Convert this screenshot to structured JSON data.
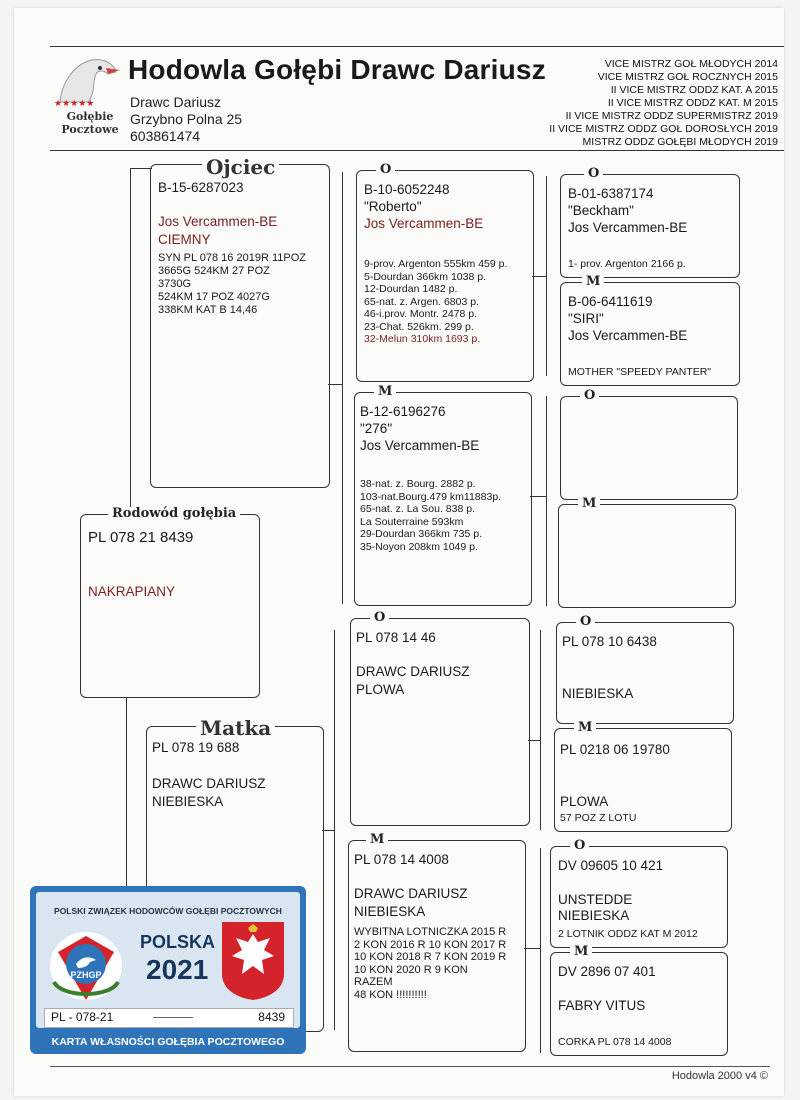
{
  "header": {
    "title": "Hodowla Gołębi Drawc Dariusz",
    "logo_text": [
      "Gołębie",
      "Pocztowe"
    ],
    "owner_lines": [
      "Drawc Dariusz",
      "Grzybno Polna 25",
      "603861474"
    ],
    "titles": [
      "VICE MISTRZ GOŁ MŁODYCH 2014",
      "VICE MISTRZ GOŁ ROCZNYCH 2015",
      "II VICE MISTRZ ODDZ KAT. A 2015",
      "II VICE MISTRZ ODDZ KAT. M 2015",
      "II VICE MISTRZ ODDZ SUPERMISTRZ 2019",
      "II VICE MISTRZ ODDZ GOŁ DOROSŁYCH 2019",
      "MISTRZ ODDZ GOŁĘBI MŁODYCH 2019"
    ]
  },
  "pigeon": {
    "label": "Rodowód gołębia",
    "ring": "PL 078 21 8439",
    "color": "NAKRAPIANY"
  },
  "father": {
    "label": "Ojciec",
    "ring": "B-15-6287023",
    "breeder": "Jos Vercammen-BE",
    "color": "CIEMNY",
    "results": [
      "SYN PL 078 16  2019R 11POZ",
      "3665G 524KM   27 POZ",
      "3730G",
      "524KM  17 POZ  4027G",
      "338KM   KAT B  14,46"
    ]
  },
  "ff": {
    "label": "O",
    "ring": "B-10-6052248",
    "name": "\"Roberto\"",
    "breeder": "Jos Vercammen-BE",
    "results": [
      "9-prov. Argenton 555km 459 p.",
      "5-Dourdan 366km 1038 p.",
      "12-Dourdan 1482 p.",
      "65-nat. z. Argen. 6803 p.",
      "46-i.prov. Montr. 2478 p.",
      "23-Chat. 526km. 299 p.",
      "32-Melun 310km 1693 p."
    ]
  },
  "fff": {
    "label": "O",
    "ring": "B-01-6387174",
    "name": "\"Beckham\"",
    "breeder": "Jos Vercammen-BE",
    "results": [
      "1- prov. Argenton 2166 p."
    ]
  },
  "ffm": {
    "label": "M",
    "ring": "B-06-6411619",
    "name": "\"SIRI\"",
    "breeder": "Jos Vercammen-BE",
    "note": "MOTHER \"SPEEDY PANTER\""
  },
  "fm": {
    "label": "M",
    "ring": "B-12-6196276",
    "name": "\"276\"",
    "breeder": "Jos Vercammen-BE",
    "results": [
      "38-nat. z. Bourg. 2882 p.",
      "103-nat.Bourg.479 km11883p.",
      "65-nat. z. La Sou. 838 p.",
      "La Souterraine 593km",
      "29-Dourdan 366km 735 p.",
      "35-Noyon 208km 1049 p."
    ]
  },
  "fmf": {
    "label": "O"
  },
  "fmm": {
    "label": "M"
  },
  "mother": {
    "label": "Matka",
    "ring": "PL 078 19 688",
    "breeder": "DRAWC DARIUSZ",
    "color": "NIEBIESKA"
  },
  "mf": {
    "label": "O",
    "ring": "PL 078  14  46",
    "breeder": "DRAWC DARIUSZ",
    "color": "PLOWA"
  },
  "mff": {
    "label": "O",
    "ring": "PL 078 10 6438",
    "color": "NIEBIESKA"
  },
  "mfm": {
    "label": "M",
    "ring": "PL 0218 06 19780",
    "color": "PLOWA",
    "note": "57 POZ Z  LOTU"
  },
  "mm": {
    "label": "M",
    "ring": "PL  078 14 4008",
    "breeder": "DRAWC DARIUSZ",
    "color": "NIEBIESKA",
    "results": [
      "WYBITNA LOTNICZKA 2015 R",
      "2 KON 2016 R 10 KON 2017 R",
      "10 KON 2018 R 7 KON 2019 R",
      "10 KON 2020 R 9 KON",
      "RAZEM",
      "48 KON !!!!!!!!!!"
    ]
  },
  "mmf": {
    "label": "O",
    "ring": "DV 09605 10 421",
    "breeder": "UNSTEDDE",
    "color": "NIEBIESKA",
    "note": "2 LOTNIK ODDZ KAT M 2012"
  },
  "mmm": {
    "label": "M",
    "ring": "DV 2896 07 401",
    "breeder": "FABRY  VITUS",
    "note": "CORKA PL 078 14 4008"
  },
  "card": {
    "org": "POLSKI ZWIĄZEK HODOWCÓW GOŁĘBI POCZTOWYCH",
    "badge": "PZHGP",
    "country": "POLSKA",
    "year": "2021",
    "ring_left": "PL - 078-21",
    "ring_right": "8439",
    "footer": "KARTA WŁASNOŚCI GOŁĘBIA POCZTOWEGO",
    "colors": {
      "blue": "#2f74b8",
      "red": "#d4232b"
    }
  },
  "footer": {
    "software": "Hodowla 2000 v4 ©"
  }
}
